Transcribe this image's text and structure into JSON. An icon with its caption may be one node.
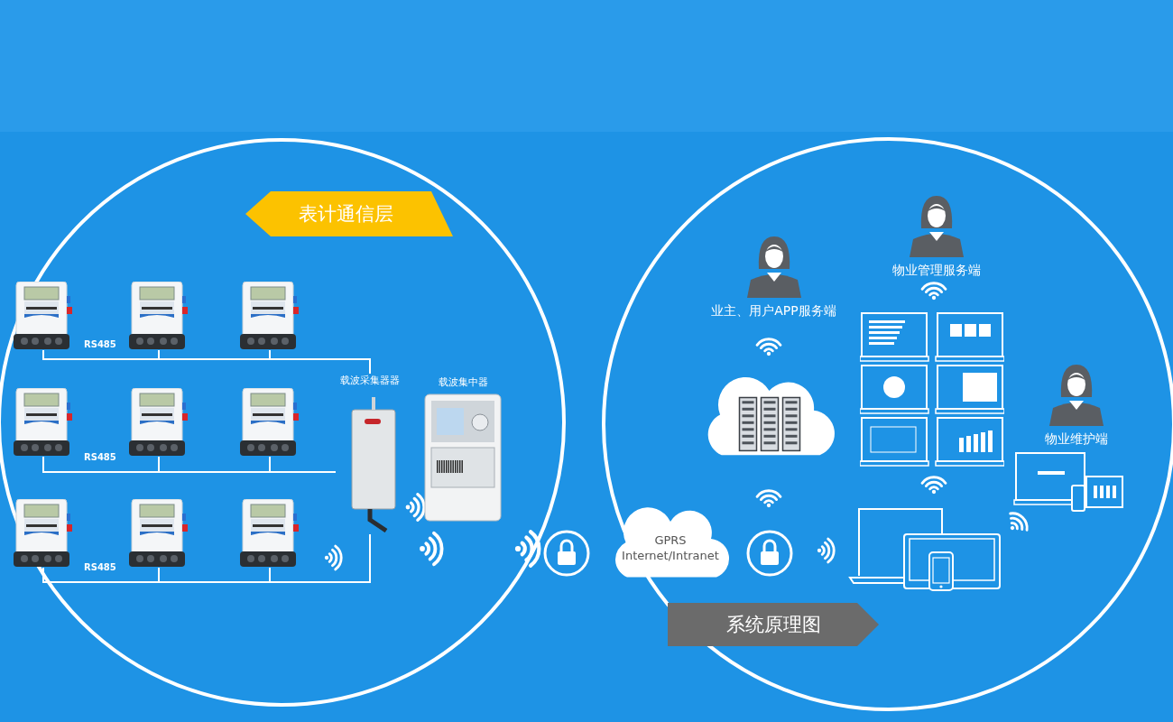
{
  "diagram": {
    "nodes": [
      {
        "text": [
          "表计通信层"
        ]
      },
      {
        "text": [],
        "shape": "picture"
      },
      {
        "text": [],
        "shape": "picture"
      },
      {
        "text": [],
        "shape": "picture"
      },
      {
        "text": [],
        "shape": "picture"
      },
      {
        "text": [],
        "shape": "picture"
      },
      {
        "text": [],
        "shape": "picture"
      },
      {
        "text": [],
        "shape": "picture"
      },
      {
        "text": [],
        "shape": "picture"
      },
      {
        "text": [],
        "shape": "picture"
      },
      {
        "text": [
          "载波采集器器"
        ]
      },
      {
        "text": [
          "载波集中器"
        ]
      },
      {
        "text": [],
        "shape": "circle"
      },
      {
        "text": [
          "GPRS Internet/Intranet"
        ]
      },
      {
        "text": [],
        "shape": "circle"
      },
      {
        "text": [],
        "shape": "cloud"
      },
      {
        "text": [
          "业主、用户APP服务端"
        ]
      },
      {
        "text": [
          "物业管理服务端"
        ]
      },
      {
        "text": [],
        "shape": "picture"
      },
      {
        "text": [
          "物业维护端"
        ]
      },
      {
        "text": [],
        "shape": "picture"
      },
      {
        "text": [],
        "shape": "picture"
      },
      {
        "text": [
          "系统原理图"
        ]
      }
    ],
    "edges": [
      {
        "from": 1,
        "to": 10,
        "arrow": "none",
        "label": "RS485"
      },
      {
        "from": 2,
        "to": 10,
        "arrow": "none"
      },
      {
        "from": 3,
        "to": 10,
        "arrow": "none"
      },
      {
        "from": 4,
        "to": 10,
        "arrow": "none",
        "label": "RS485"
      },
      {
        "from": 5,
        "to": 10,
        "arrow": "none"
      },
      {
        "from": 6,
        "to": 10,
        "arrow": "none"
      },
      {
        "from": 7,
        "to": 10,
        "arrow": "none",
        "label": "RS485"
      },
      {
        "from": 8,
        "to": 10,
        "arrow": "none"
      },
      {
        "from": 9,
        "to": 10,
        "arrow": "none"
      }
    ]
  }
}
